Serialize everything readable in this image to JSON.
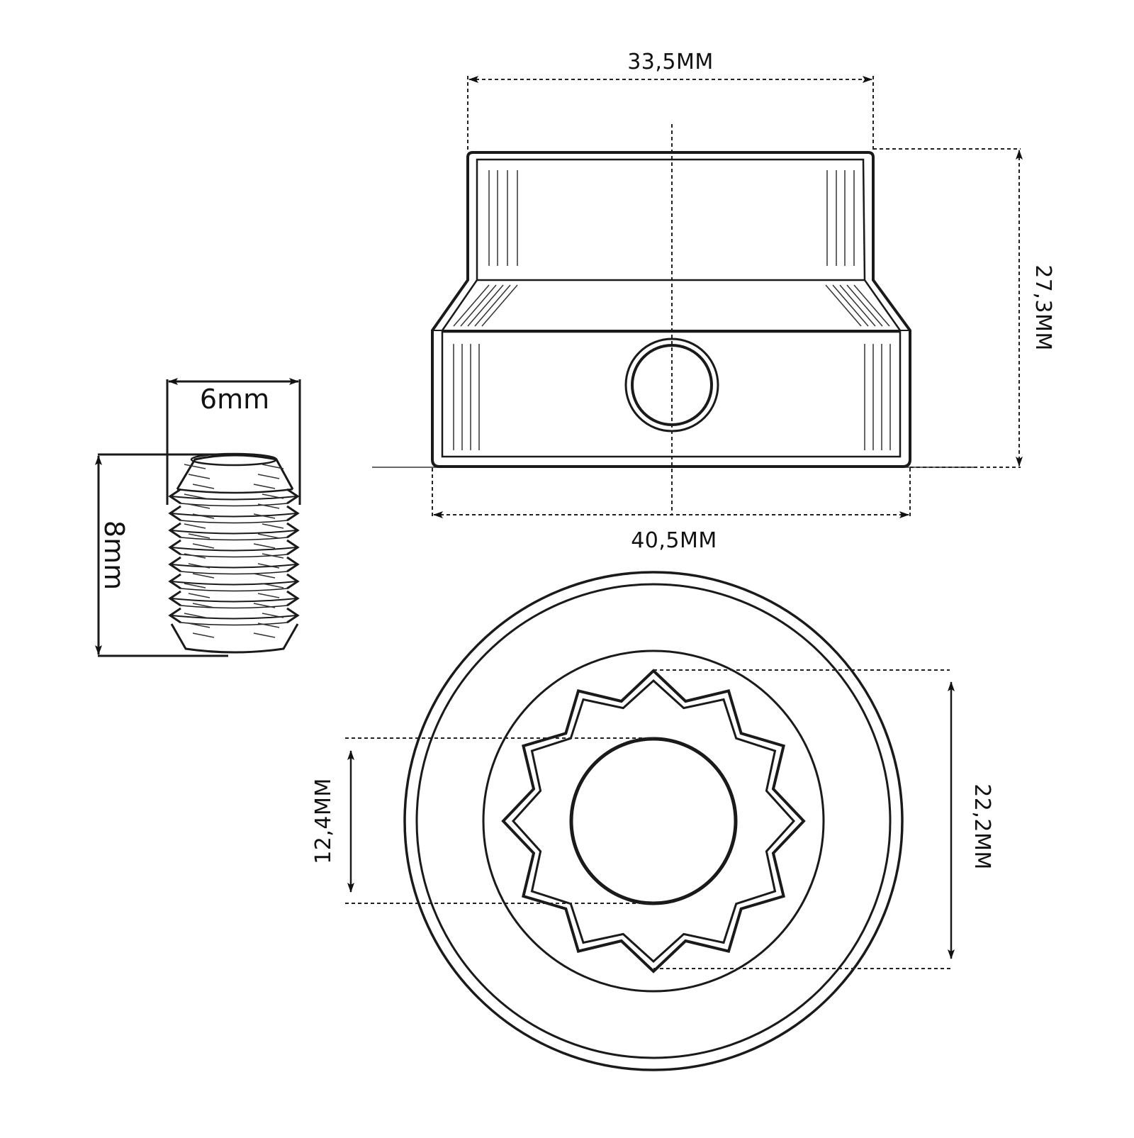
{
  "screw": {
    "width_label": "6mm",
    "height_label": "8mm"
  },
  "knob_side": {
    "top_width_label": "33,5MM",
    "bottom_width_label": "40,5MM",
    "height_label": "27,3MM"
  },
  "knob_bottom": {
    "inner_diameter_label": "12,4MM",
    "spline_diameter_label": "22,2MM"
  },
  "colors": {
    "line": "#1a1a1a",
    "background": "#ffffff"
  }
}
